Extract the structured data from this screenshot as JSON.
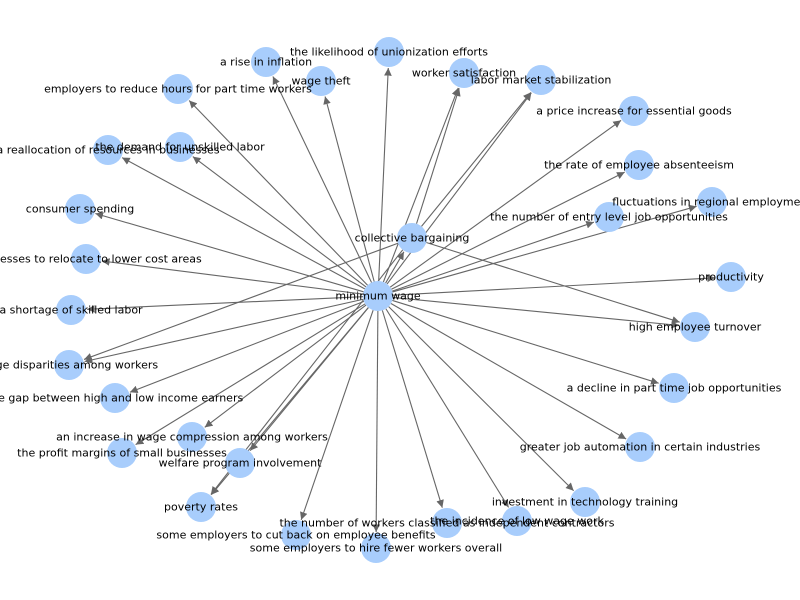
{
  "graph": {
    "center": "minimum wage",
    "hub": "collective bargaining",
    "node_color": "#a8cdfc",
    "edge_color": "#666666",
    "nodes": [
      {
        "id": "n0",
        "label": "minimum wage"
      },
      {
        "id": "n1",
        "label": "collective bargaining"
      },
      {
        "id": "n2",
        "label": "the likelihood of unionization efforts"
      },
      {
        "id": "n3",
        "label": "a rise in inflation"
      },
      {
        "id": "n4",
        "label": "wage theft"
      },
      {
        "id": "n5",
        "label": "worker satisfaction"
      },
      {
        "id": "n6",
        "label": "labor market stabilization"
      },
      {
        "id": "n7",
        "label": "employers to reduce hours for part time workers"
      },
      {
        "id": "n8",
        "label": "a price increase for essential goods"
      },
      {
        "id": "n9",
        "label": "the demand for unskilled labor"
      },
      {
        "id": "n10",
        "label": "a reallocation of resources in businesses"
      },
      {
        "id": "n11",
        "label": "the rate of employee absenteeism"
      },
      {
        "id": "n12",
        "label": "consumer spending"
      },
      {
        "id": "n13",
        "label": "fluctuations in regional employment"
      },
      {
        "id": "n14",
        "label": "the number of entry level job opportunities"
      },
      {
        "id": "n15",
        "label": "businesses to relocate to lower cost areas"
      },
      {
        "id": "n16",
        "label": "productivity"
      },
      {
        "id": "n17",
        "label": "a shortage of skilled labor"
      },
      {
        "id": "n18",
        "label": "high employee turnover"
      },
      {
        "id": "n19",
        "label": "wage disparities among workers"
      },
      {
        "id": "n20",
        "label": "the gap between high and low income earners"
      },
      {
        "id": "n21",
        "label": "a decline in part time job opportunities"
      },
      {
        "id": "n22",
        "label": "an increase in wage compression among workers"
      },
      {
        "id": "n23",
        "label": "the profit margins of small businesses"
      },
      {
        "id": "n24",
        "label": "welfare program involvement"
      },
      {
        "id": "n25",
        "label": "greater job automation in certain industries"
      },
      {
        "id": "n26",
        "label": "poverty rates"
      },
      {
        "id": "n27",
        "label": "investment in technology training"
      },
      {
        "id": "n28",
        "label": "the incidence of low wage work"
      },
      {
        "id": "n29",
        "label": "the number of workers classified as independent contractors"
      },
      {
        "id": "n30",
        "label": "some employers to cut back on employee benefits"
      },
      {
        "id": "n31",
        "label": "some employers to hire fewer workers overall"
      }
    ],
    "edges": [
      [
        "n0",
        "n1"
      ],
      [
        "n0",
        "n2"
      ],
      [
        "n0",
        "n3"
      ],
      [
        "n0",
        "n4"
      ],
      [
        "n0",
        "n5"
      ],
      [
        "n0",
        "n6"
      ],
      [
        "n0",
        "n7"
      ],
      [
        "n0",
        "n8"
      ],
      [
        "n0",
        "n9"
      ],
      [
        "n0",
        "n10"
      ],
      [
        "n0",
        "n11"
      ],
      [
        "n0",
        "n12"
      ],
      [
        "n0",
        "n13"
      ],
      [
        "n0",
        "n14"
      ],
      [
        "n0",
        "n15"
      ],
      [
        "n0",
        "n16"
      ],
      [
        "n0",
        "n17"
      ],
      [
        "n0",
        "n18"
      ],
      [
        "n0",
        "n19"
      ],
      [
        "n0",
        "n20"
      ],
      [
        "n0",
        "n21"
      ],
      [
        "n0",
        "n22"
      ],
      [
        "n0",
        "n23"
      ],
      [
        "n0",
        "n24"
      ],
      [
        "n0",
        "n25"
      ],
      [
        "n0",
        "n26"
      ],
      [
        "n0",
        "n27"
      ],
      [
        "n0",
        "n28"
      ],
      [
        "n0",
        "n29"
      ],
      [
        "n0",
        "n30"
      ],
      [
        "n0",
        "n31"
      ],
      [
        "n1",
        "n5"
      ],
      [
        "n1",
        "n6"
      ],
      [
        "n1",
        "n18"
      ],
      [
        "n1",
        "n19"
      ],
      [
        "n1",
        "n26"
      ]
    ]
  }
}
